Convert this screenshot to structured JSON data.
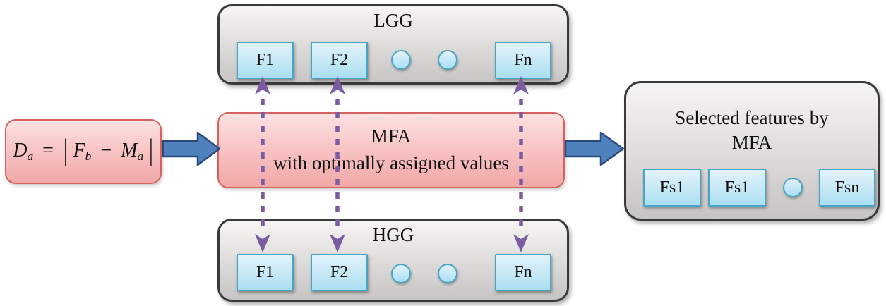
{
  "formula": {
    "d": "D",
    "d_sub": "a",
    "eq": "=",
    "lbar": "|",
    "f": "F",
    "f_sub": "b",
    "minus": "−",
    "m": "M",
    "m_sub": "a",
    "rbar": "|"
  },
  "lgg": {
    "title": "LGG",
    "features": [
      "F1",
      "F2",
      "Fn"
    ]
  },
  "mfa": {
    "line1": "MFA",
    "line2": "with optimally assigned values"
  },
  "hgg": {
    "title": "HGG",
    "features": [
      "F1",
      "F2",
      "Fn"
    ]
  },
  "selected": {
    "title_line1": "Selected features by",
    "title_line2": "MFA",
    "features": [
      "Fs1",
      "Fs1",
      "Fsn"
    ]
  },
  "colors": {
    "pink_top": "#fce2e2",
    "pink_mid": "#f7c0c0",
    "pink_bottom": "#f1a8a8",
    "pink_border": "#d4625f",
    "gray_top": "#f6f5f3",
    "gray_mid": "#dddbd9",
    "gray_bottom": "#c7c5c3",
    "gray_border": "#3a3a3a",
    "blue_box_top": "#e2f3fb",
    "blue_box_mid": "#c2e7f5",
    "blue_box_bottom": "#a9dff2",
    "blue_box_border": "#48a4c7",
    "arrow_blue": "#4f81bd",
    "arrow_blue_border": "#2a4a7d",
    "dashed_purple": "#7b5ba1"
  }
}
